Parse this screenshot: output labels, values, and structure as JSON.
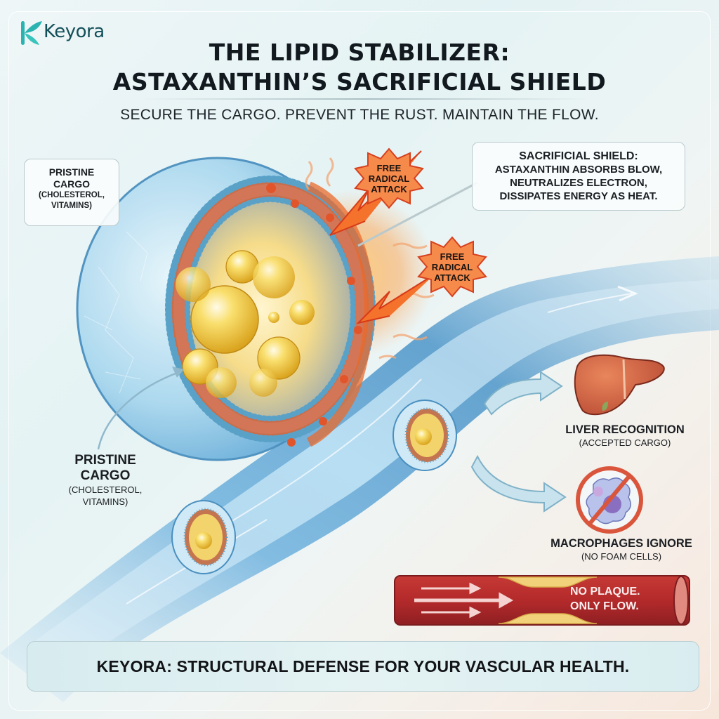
{
  "brand": {
    "name": "Keyora",
    "color": "#2bb3b1",
    "icon": "leaf-k-logo-icon"
  },
  "header": {
    "title_line1": "THE LIPID STABILIZER:",
    "title_line2": "ASTAXANTHIN’S SACRIFICIAL SHIELD",
    "subtitle": "SECURE THE CARGO. PREVENT THE RUST. MAINTAIN THE FLOW."
  },
  "callouts": {
    "cargo_top": {
      "line1": "PRISTINE",
      "line2": "CARGO",
      "line3": "(CHOLESTEROL,",
      "line4": "VITAMINS)"
    },
    "shield": {
      "line1": "SACRIFICIAL SHIELD:",
      "line2": "ASTAXANTHIN ABSORBS BLOW,",
      "line3": "NEUTRALIZES ELECTRON,",
      "line4": "DISSIPATES ENERGY AS HEAT."
    },
    "cargo_bottom": {
      "line1": "PRISTINE",
      "line2": "CARGO",
      "line3": "(CHOLESTEROL,",
      "line4": "VITAMINS)"
    }
  },
  "attacks": [
    {
      "line1": "FREE",
      "line2": "RADICAL",
      "line3": "ATTACK"
    },
    {
      "line1": "FREE",
      "line2": "RADICAL",
      "line3": "ATTACK"
    }
  ],
  "outcomes": {
    "liver": {
      "title": "LIVER RECOGNITION",
      "subtitle": "(ACCEPTED CARGO)",
      "icon": "liver-icon"
    },
    "macrophage": {
      "title": "MACROPHAGES IGNORE",
      "subtitle": "(NO FOAM CELLS)",
      "icon": "macrophage-prohibited-icon"
    }
  },
  "artery": {
    "line1": "NO PLAQUE.",
    "line2": "ONLY FLOW."
  },
  "footer": {
    "banner": "KEYORA: STRUCTURAL DEFENSE FOR YOUR VASCULAR HEALTH."
  },
  "colors": {
    "title": "#121a20",
    "teal_brand": "#2bb3b1",
    "vessel_blue": "#4c95c9",
    "shell_blue": "#9fd2ea",
    "cargo_gold": "#f2c02e",
    "astaxanthin_orange": "#e8642a",
    "burst_red": "#e24a26",
    "artery_red": "#b8302e",
    "plaque_yellow": "#f1d27a"
  }
}
